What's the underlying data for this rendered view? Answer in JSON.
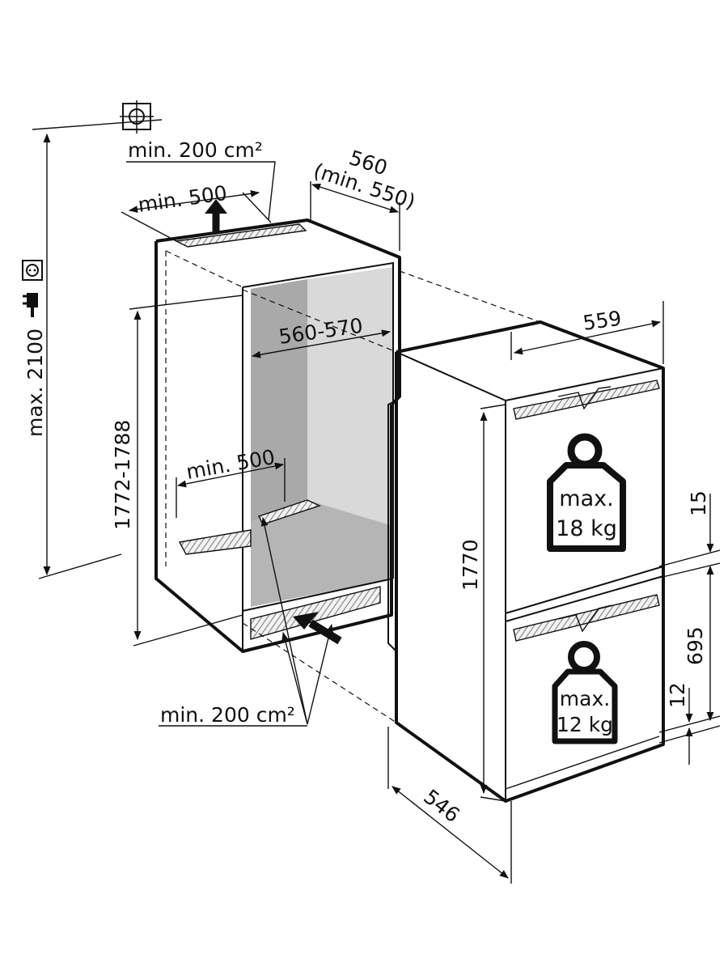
{
  "labels": {
    "top_vent_area": "min. 200 cm²",
    "top_vent_depth": "min. 500",
    "niche_depth": "560",
    "niche_depth_min": "(min. 550)",
    "niche_width": "560-570",
    "niche_height": "1772-1788",
    "bottom_vent_depth": "min. 500",
    "bottom_vent_area": "min. 200 cm²",
    "max_height": "max. 2100",
    "appliance_width": "559",
    "appliance_height": "1770",
    "appliance_depth": "546",
    "gap_top": "15",
    "door_height": "695",
    "gap_bottom": "12",
    "upper_load_max": "max.",
    "upper_load_value": "18 kg",
    "lower_load_max": "max.",
    "lower_load_value": "12 kg"
  },
  "icons": [
    "wall-socket-icon",
    "plug-icon",
    "mounting-point-icon",
    "airflow-arrow-icon",
    "weight-icon"
  ],
  "colors": {
    "line": "#111111",
    "niche_shade": "#bdbdbd",
    "niche_light": "#dcdcdc",
    "background": "#ffffff"
  }
}
